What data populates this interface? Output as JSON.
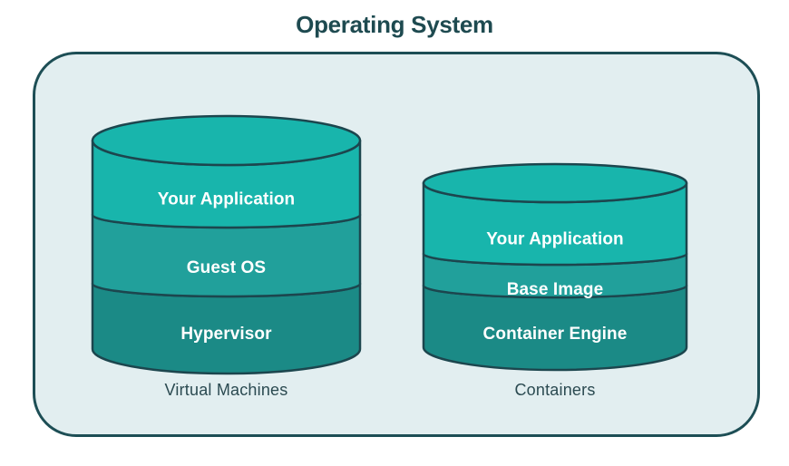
{
  "title": "Operating System",
  "colors": {
    "layer_top": "#18b5ac",
    "layer_middle": "#21a09b",
    "layer_bottom": "#1b8a86",
    "outline": "#1c464e",
    "panel_background": "#e2eef0",
    "panel_border": "#1d4e55",
    "layer_label_text": "#ffffff",
    "caption_text": "#2b4a51",
    "title_text": "#1e4a50"
  },
  "stacks": [
    {
      "caption": "Virtual Machines",
      "layers": [
        {
          "label": "Your Application"
        },
        {
          "label": "Guest OS"
        },
        {
          "label": "Hypervisor"
        }
      ]
    },
    {
      "caption": "Containers",
      "layers": [
        {
          "label": "Your Application"
        },
        {
          "label": "Base Image"
        },
        {
          "label": "Container Engine"
        }
      ]
    }
  ]
}
